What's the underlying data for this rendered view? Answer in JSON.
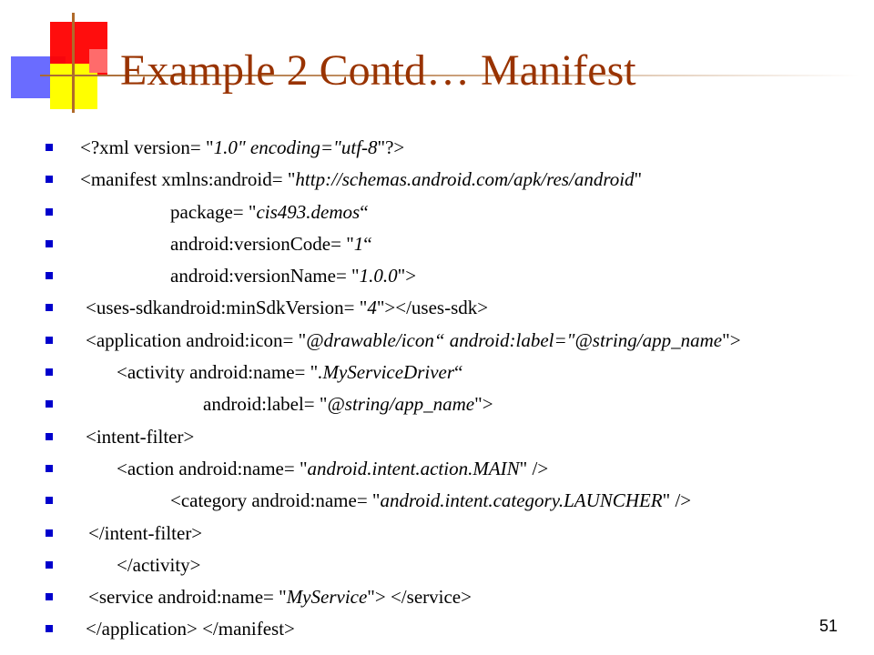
{
  "slide": {
    "title": "Example 2 Contd… Manifest",
    "page_number": "51",
    "bullet_color": "#0000cc",
    "title_color": "#993300",
    "lines": [
      {
        "indent": 38,
        "pre": "<?xml version= \"",
        "it": "1.0\" encoding=\"utf-8",
        "post": "\"?>"
      },
      {
        "indent": 38,
        "pre": "<manifest xmlns:android= \"",
        "it": "http://schemas.android.com/apk/res/android",
        "post": "\""
      },
      {
        "indent": 137,
        "pre": "package= \"",
        "it": "cis493.demos",
        "post": "“"
      },
      {
        "indent": 137,
        "pre": "android:versionCode= \"",
        "it": "1",
        "post": "“"
      },
      {
        "indent": 137,
        "pre": "android:versionName= \"",
        "it": "1.0.0",
        "post": "\">"
      },
      {
        "indent": 44,
        "pre": "<uses-sdkandroid:minSdkVersion= \"",
        "it": "4",
        "post": "\"></uses-sdk>"
      },
      {
        "indent": 44,
        "pre": "<application android:icon= \"",
        "it": "@drawable/icon“ android:label=\"@string/app_name",
        "post": "\">"
      },
      {
        "indent": 78,
        "pre": "<activity android:name= \"",
        "it": ".MyServiceDriver",
        "post": "“"
      },
      {
        "indent": 173,
        "pre": "android:label= \"",
        "it": "@string/app_name",
        "post": "\">"
      },
      {
        "indent": 44,
        "pre": "<intent-filter>",
        "it": "",
        "post": ""
      },
      {
        "indent": 78,
        "pre": "<action android:name= \"",
        "it": "android.intent.action.MAIN",
        "post": "\" />"
      },
      {
        "indent": 137,
        "pre": "<category android:name= \"",
        "it": "android.intent.category.LAUNCHER",
        "post": "\" />"
      },
      {
        "indent": 47,
        "pre": "</intent-filter>",
        "it": "",
        "post": ""
      },
      {
        "indent": 78,
        "pre": "</activity>",
        "it": "",
        "post": ""
      },
      {
        "indent": 47,
        "pre": "<service android:name= \"",
        "it": "MyService",
        "post": "\">  </service>"
      },
      {
        "indent": 44,
        "pre": "</application>  </manifest>",
        "it": "",
        "post": ""
      }
    ]
  }
}
